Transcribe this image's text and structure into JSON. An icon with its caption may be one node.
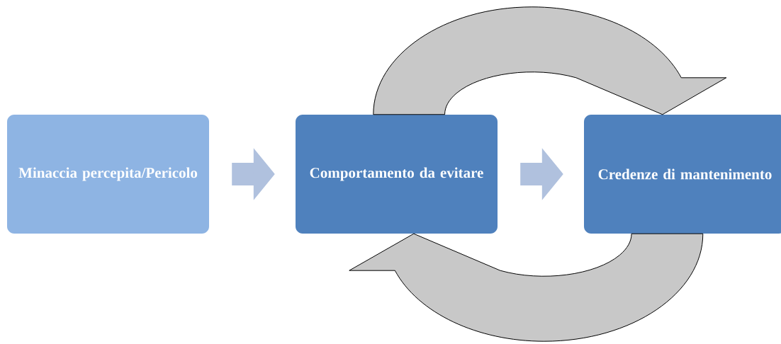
{
  "diagram": {
    "nodes": [
      {
        "text": [
          "Minaccia percepita/Pericolo"
        ]
      },
      {
        "text": [
          "Comportamento da evitare"
        ]
      },
      {
        "text": [
          "Credenze di mantenimento"
        ]
      }
    ],
    "edges": [
      {
        "from": 0,
        "to": 1,
        "arrow": "to"
      },
      {
        "from": 1,
        "to": 2,
        "arrow": "to"
      },
      {
        "from": 1,
        "to": 2,
        "arrow": "to"
      },
      {
        "from": 2,
        "to": 1,
        "arrow": "to"
      }
    ]
  }
}
